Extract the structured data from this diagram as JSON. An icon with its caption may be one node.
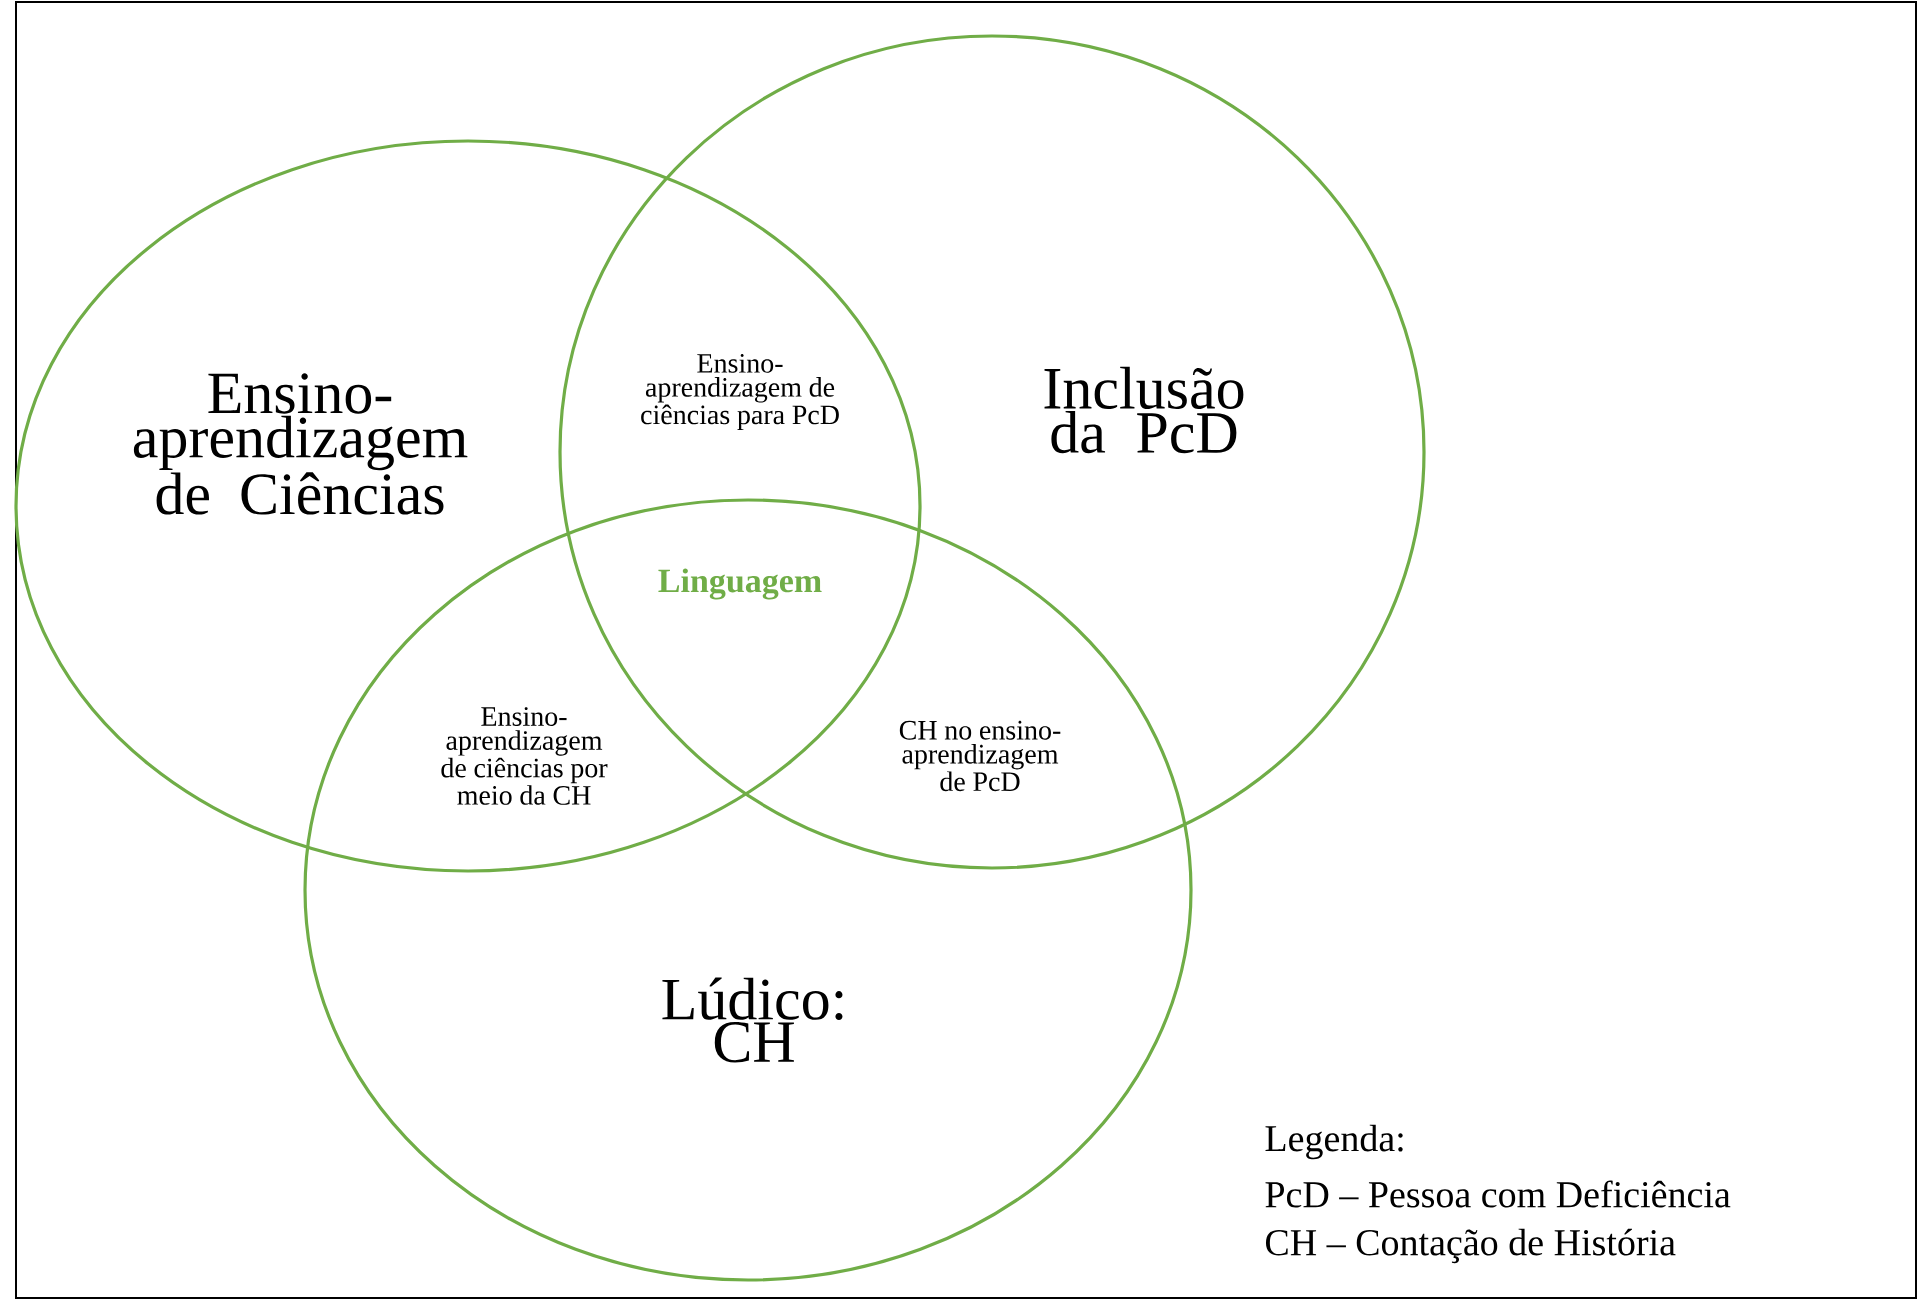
{
  "diagram": {
    "nodes": [
      {
        "text": [
          "Ensino-aprendizagem de Ciências"
        ]
      },
      {
        "text": [
          "Inclusão da PcD"
        ]
      },
      {
        "text": [
          "Lúdico: CH"
        ]
      }
    ],
    "labels": [
      "Ensino-aprendizagem de ciências para PcD",
      "Linguagem",
      "Ensino-aprendizagem de ciências por meio da CH",
      "CH no ensino-aprendizagem de PcD",
      "Legenda:",
      "PcD – Pessoa com Deficiência",
      "CH – Contação de História"
    ]
  }
}
